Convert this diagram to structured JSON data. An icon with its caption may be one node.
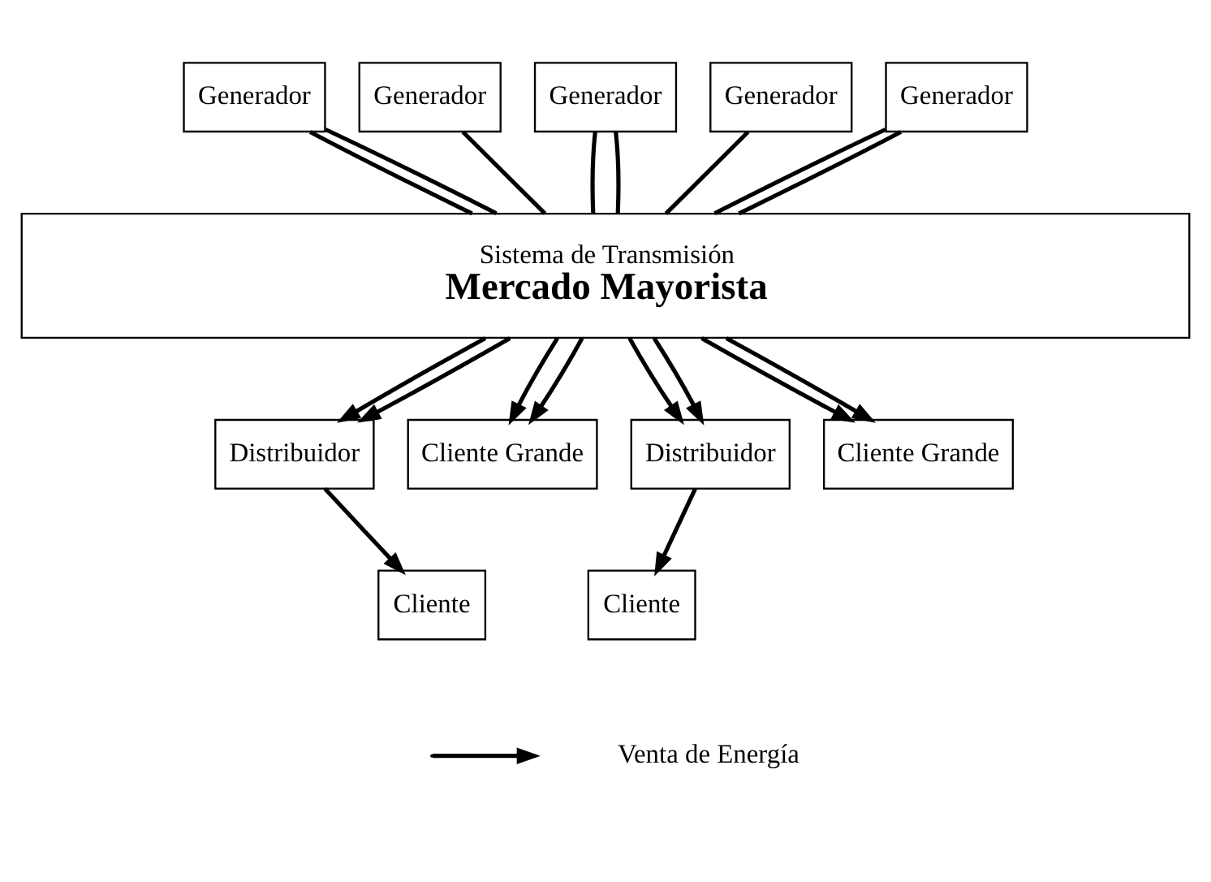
{
  "diagram": {
    "nodes": [
      {
        "text": [
          "Generador"
        ]
      },
      {
        "text": [
          "Generador"
        ]
      },
      {
        "text": [
          "Generador"
        ]
      },
      {
        "text": [
          "Generador"
        ]
      },
      {
        "text": [
          "Generador"
        ]
      },
      {
        "text": [
          "Sistema de Transmisión",
          "Mercado Mayorista"
        ]
      },
      {
        "text": [
          "Distribuidor"
        ]
      },
      {
        "text": [
          "Cliente Grande"
        ]
      },
      {
        "text": [
          "Distribuidor"
        ]
      },
      {
        "text": [
          "Cliente Grande"
        ]
      },
      {
        "text": [
          "Cliente"
        ]
      },
      {
        "text": [
          "Cliente"
        ]
      }
    ],
    "edges": [
      {
        "from": 0,
        "to": 5,
        "arrow": "none"
      },
      {
        "from": 0,
        "to": 5,
        "arrow": "none"
      },
      {
        "from": 1,
        "to": 5,
        "arrow": "none"
      },
      {
        "from": 2,
        "to": 5,
        "arrow": "none"
      },
      {
        "from": 2,
        "to": 5,
        "arrow": "none"
      },
      {
        "from": 3,
        "to": 5,
        "arrow": "none"
      },
      {
        "from": 4,
        "to": 5,
        "arrow": "none"
      },
      {
        "from": 4,
        "to": 5,
        "arrow": "none"
      },
      {
        "from": 5,
        "to": 6,
        "arrow": "to"
      },
      {
        "from": 5,
        "to": 6,
        "arrow": "to"
      },
      {
        "from": 5,
        "to": 7,
        "arrow": "to"
      },
      {
        "from": 5,
        "to": 7,
        "arrow": "to"
      },
      {
        "from": 5,
        "to": 8,
        "arrow": "to"
      },
      {
        "from": 5,
        "to": 8,
        "arrow": "to"
      },
      {
        "from": 5,
        "to": 9,
        "arrow": "to"
      },
      {
        "from": 5,
        "to": 9,
        "arrow": "to"
      },
      {
        "from": 6,
        "to": 10,
        "arrow": "to"
      },
      {
        "from": 8,
        "to": 11,
        "arrow": "to"
      }
    ],
    "legend": [
      {
        "text": "Venta de Energía"
      }
    ]
  }
}
